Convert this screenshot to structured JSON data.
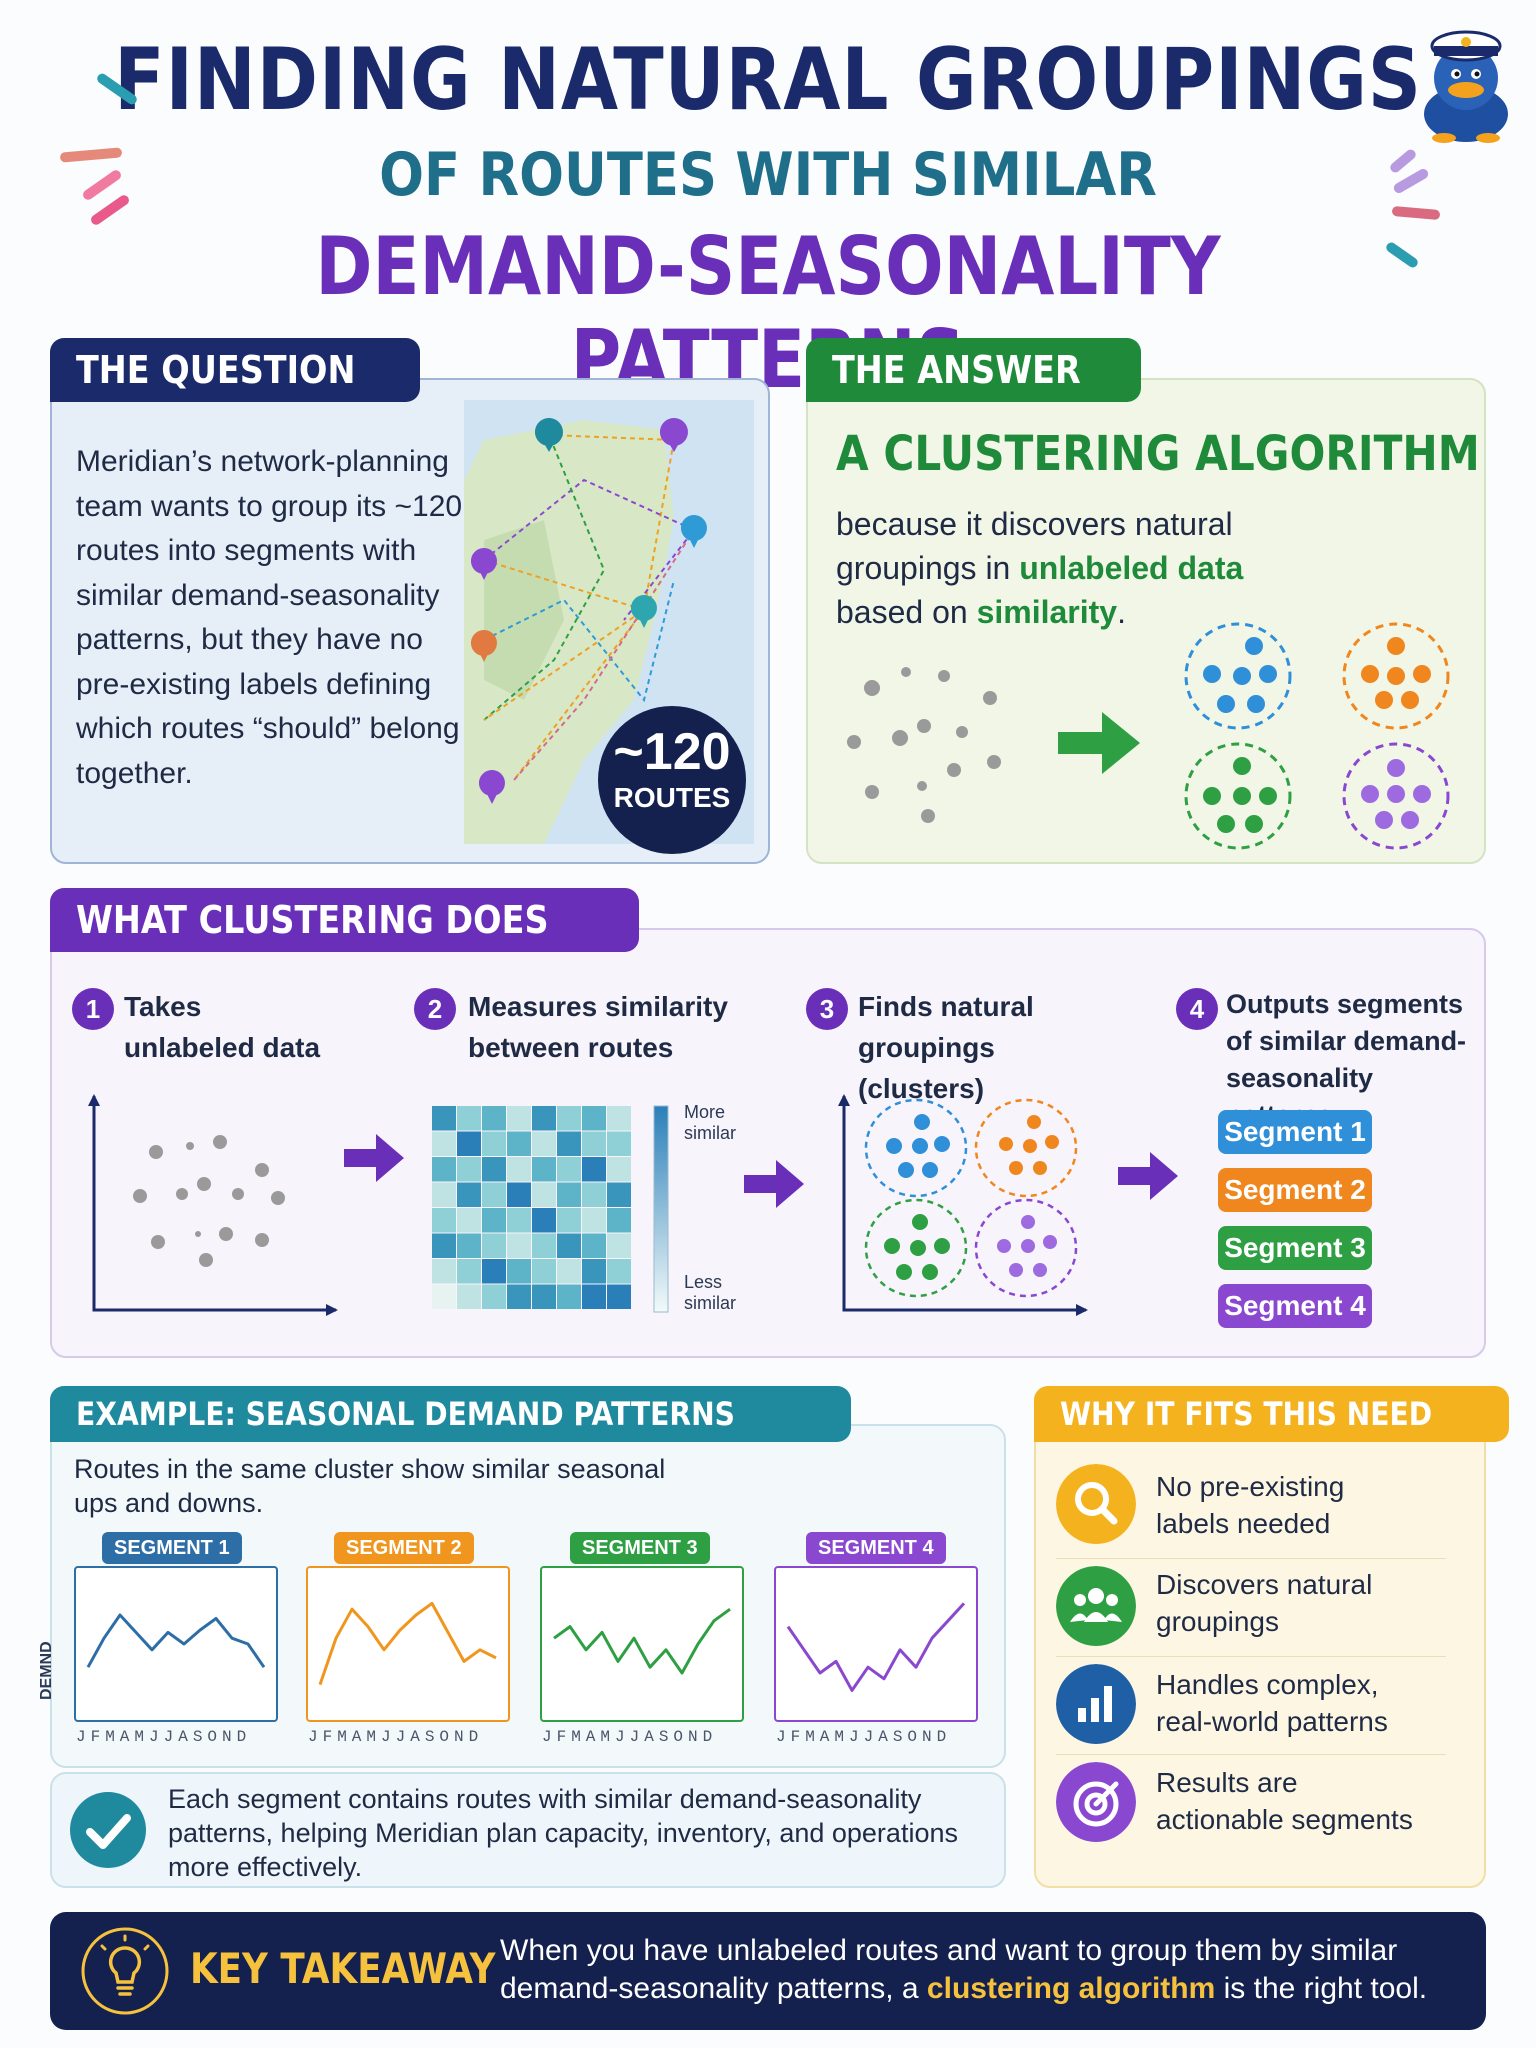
{
  "title": {
    "line1": "FINDING NATURAL GROUPINGS",
    "line2": "OF ROUTES WITH SIMILAR",
    "line3": "DEMAND-SEASONALITY PATTERNS"
  },
  "question": {
    "tab": "THE QUESTION",
    "text": "Meridian’s network-planning team wants to group its ~120 routes into segments with similar demand-seasonality patterns, but they have no pre-existing labels defining which routes “should” belong together.",
    "badge_count": "~120",
    "badge_label": "ROUTES"
  },
  "answer": {
    "tab": "THE ANSWER",
    "heading": "A CLUSTERING ALGORITHM",
    "text_1": "because it discovers natural groupings in ",
    "text_hl_1": "unlabeled data",
    "text_2": " based on ",
    "text_hl_2": "similarity",
    "text_3": "."
  },
  "what": {
    "tab": "WHAT CLUSTERING DOES",
    "steps": [
      {
        "num": "1",
        "text": "Takes unlabeled data"
      },
      {
        "num": "2",
        "text": "Measures similarity between routes"
      },
      {
        "num": "3",
        "text": "Finds natural groupings (clusters)"
      },
      {
        "num": "4",
        "text": "Outputs segments of similar demand-seasonality patterns"
      }
    ],
    "legend_top": "More similar",
    "legend_bottom": "Less similar",
    "segments": [
      "Segment 1",
      "Segment 2",
      "Segment 3",
      "Segment 4"
    ]
  },
  "example": {
    "tab": "EXAMPLE: SEASONAL DEMAND PATTERNS",
    "subtitle": "Routes in the same cluster show similar seasonal ups and downs.",
    "y_label": "DEMND",
    "months": "JFMAMJJASOND",
    "charts": [
      {
        "tag": "SEGMENT 1",
        "color": "#2e6ea6",
        "values": [
          0.3,
          0.55,
          0.75,
          0.6,
          0.45,
          0.6,
          0.5,
          0.62,
          0.72,
          0.55,
          0.5,
          0.3
        ]
      },
      {
        "tag": "SEGMENT 2",
        "color": "#f0961e",
        "values": [
          0.15,
          0.55,
          0.8,
          0.65,
          0.45,
          0.62,
          0.75,
          0.85,
          0.6,
          0.35,
          0.45,
          0.38
        ]
      },
      {
        "tag": "SEGMENT 3",
        "color": "#2ea043",
        "values": [
          0.55,
          0.65,
          0.45,
          0.6,
          0.35,
          0.55,
          0.3,
          0.45,
          0.25,
          0.5,
          0.7,
          0.8
        ]
      },
      {
        "tag": "SEGMENT 4",
        "color": "#8a48d0",
        "values": [
          0.65,
          0.45,
          0.25,
          0.35,
          0.1,
          0.3,
          0.2,
          0.45,
          0.3,
          0.55,
          0.7,
          0.85
        ]
      }
    ],
    "note": "Each segment contains routes with similar demand-seasonality patterns, helping Meridian plan capacity, inventory, and operations more effectively."
  },
  "why": {
    "tab": "WHY IT FITS THIS NEED",
    "items": [
      {
        "icon": "search-icon",
        "text": "No pre-existing labels needed"
      },
      {
        "icon": "group-icon",
        "text": "Discovers natural groupings"
      },
      {
        "icon": "bar-chart-icon",
        "text": "Handles complex, real-world patterns"
      },
      {
        "icon": "target-icon",
        "text": "Results are actionable segments"
      }
    ]
  },
  "takeaway": {
    "heading": "KEY TAKEAWAY",
    "text_1": "When you have unlabeled routes and want to group them by similar demand-seasonality patterns, a ",
    "text_hl": "clustering algorithm",
    "text_2": " is the right tool."
  },
  "colors": {
    "navy": "#1b2a6b",
    "green": "#1e8a3a",
    "purple": "#6a2fb8",
    "teal": "#1f8a9e",
    "amber": "#f4b21e",
    "seg_blue": "#2f8fd8",
    "seg_orange": "#f0861e",
    "seg_green": "#2ea043",
    "seg_purple": "#8a48d0"
  }
}
